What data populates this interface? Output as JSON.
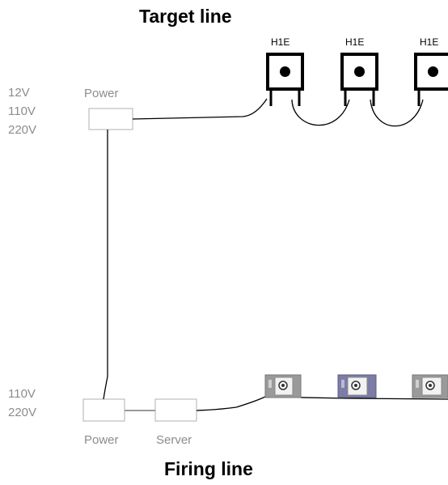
{
  "titles": {
    "target": "Target line",
    "firing": "Firing line"
  },
  "voltages_top": [
    "12V",
    "110V",
    "220V"
  ],
  "voltages_bottom": [
    "110V",
    "220V"
  ],
  "labels": {
    "power_top": "Power",
    "power_bottom": "Power",
    "server": "Server"
  },
  "targets": [
    {
      "label": "H1E"
    },
    {
      "label": "H1E"
    },
    {
      "label": "H1E"
    }
  ],
  "firing_units": [
    {
      "variant": "grey"
    },
    {
      "variant": "blue"
    },
    {
      "variant": "grey"
    }
  ],
  "colors": {
    "wire": "#000000",
    "box_border": "#b0b0b0",
    "label": "#8c8c8c",
    "unit_grey": "#9a9a9a",
    "unit_blue": "#7c7ca6"
  }
}
